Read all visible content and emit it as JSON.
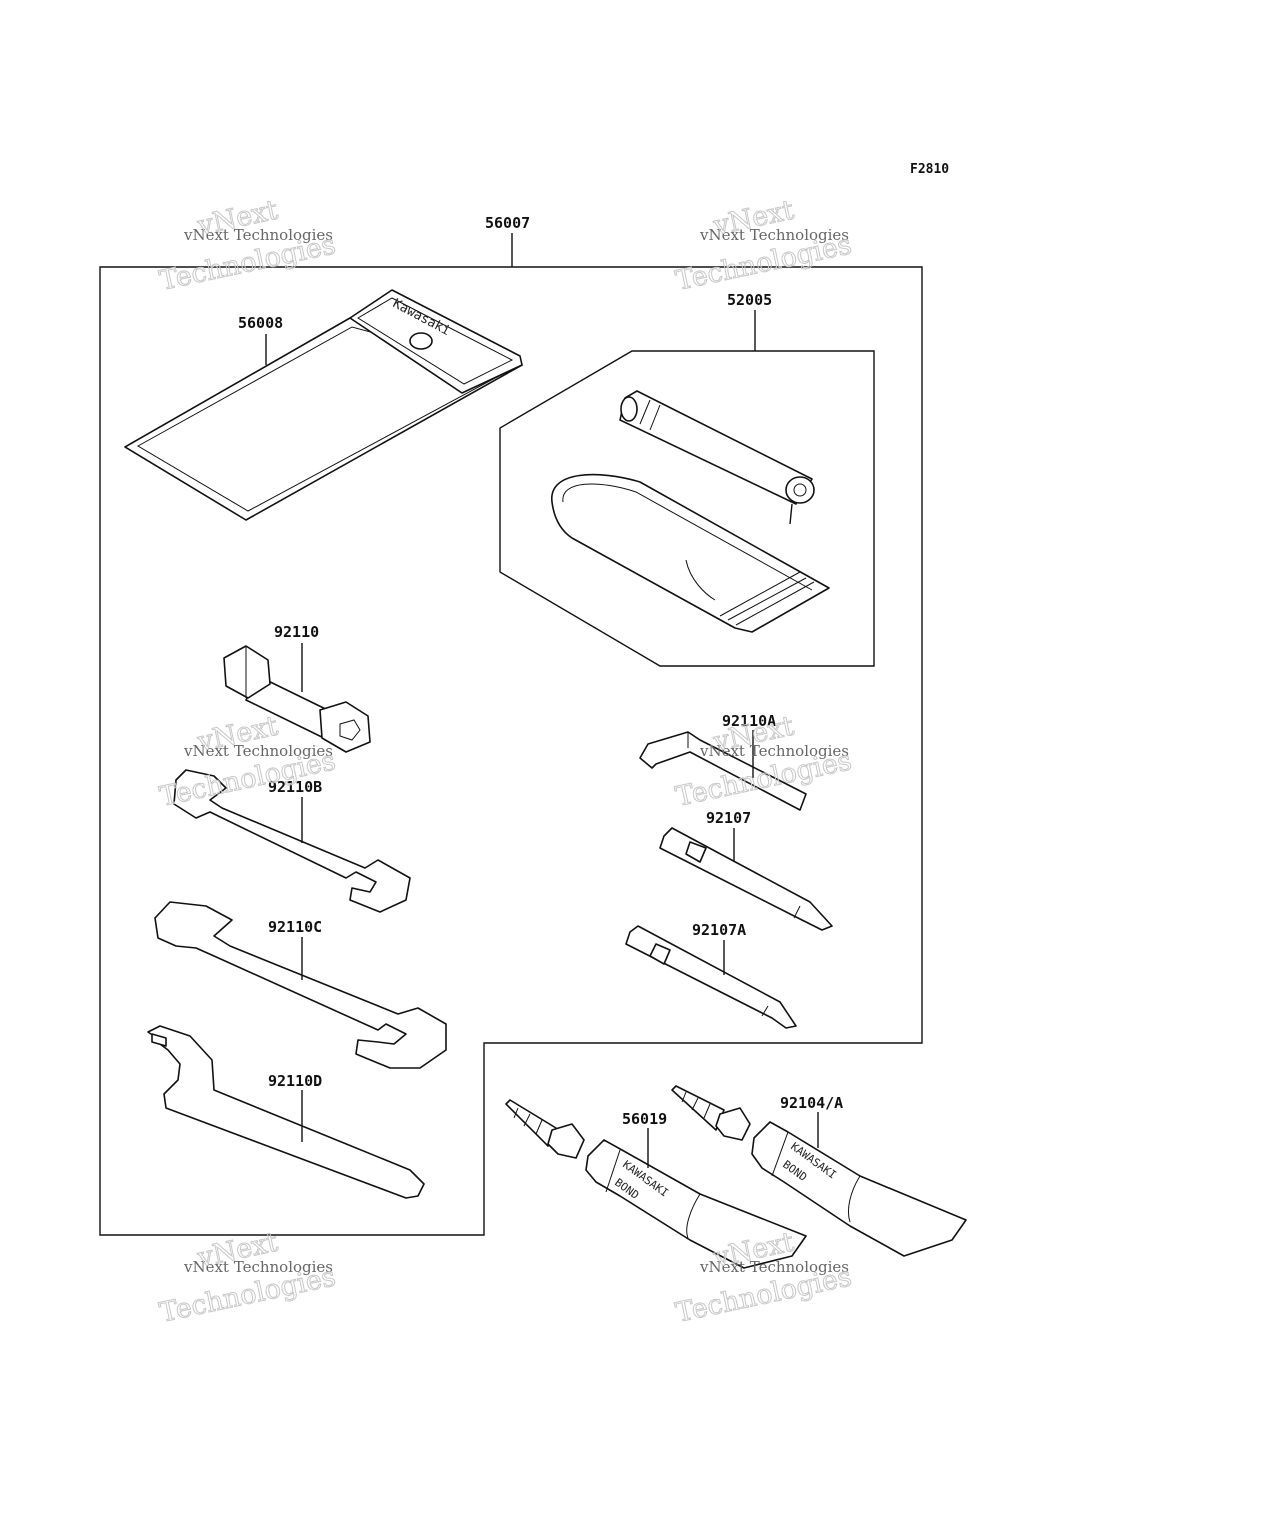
{
  "figure_code": "F2810",
  "watermark": {
    "line1": "vNext Technologies",
    "line2": "vNext",
    "line3": "Technologies"
  },
  "brand_text": "Kawasaki",
  "tube_brand": "KAWASAKI",
  "tube_bond": "BOND",
  "parts": {
    "kit": "56007",
    "pouch": "56008",
    "pump_set": "52005",
    "plug_wrench": "92110",
    "hex_key": "92110A",
    "wrench_small": "92110B",
    "wrench_large": "92110C",
    "hook_wrench": "92110D",
    "screwdriver": "92107",
    "screwdriver_a": "92107A",
    "bond_tube": "56019",
    "bond_tube_a": "92104/A"
  }
}
